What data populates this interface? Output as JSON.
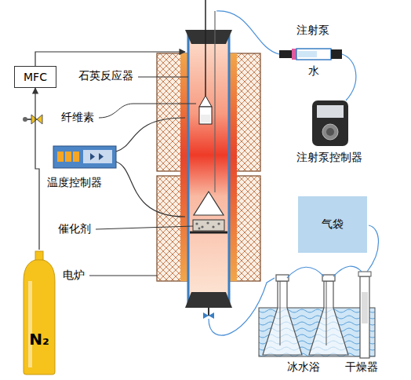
{
  "diagram": {
    "nodes": [
      {
        "text": [
          "MFC"
        ]
      },
      {
        "text": [
          "气袋"
        ]
      },
      {
        "text": [
          "N₂"
        ]
      }
    ],
    "edges": [
      {
        "from": 2,
        "to": 0,
        "arrow": "to"
      }
    ],
    "labels": [
      "注射泵",
      "水",
      "石英反应器",
      "纤维素",
      "温度控制器",
      "注射泵控制器",
      "催化剂",
      "电炉",
      "冰水浴",
      "干燥器"
    ]
  }
}
